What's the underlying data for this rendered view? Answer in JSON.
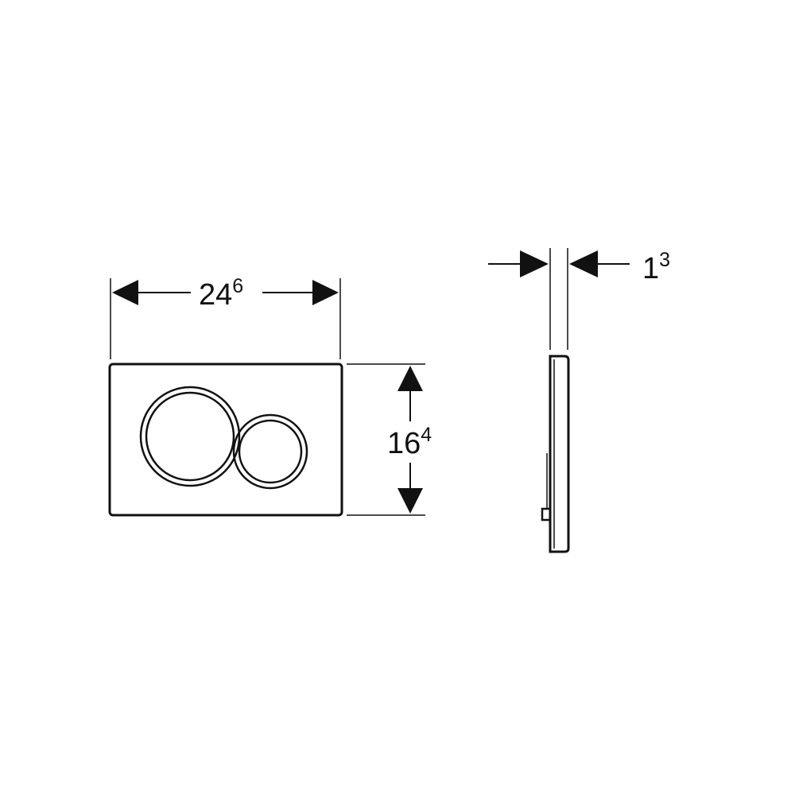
{
  "colors": {
    "line": "#111111",
    "background": "#ffffff"
  },
  "dimensions": {
    "width": {
      "main": "24",
      "sup": "6"
    },
    "height": {
      "main": "16",
      "sup": "4"
    },
    "depth": {
      "main": "1",
      "sup": "3"
    }
  }
}
